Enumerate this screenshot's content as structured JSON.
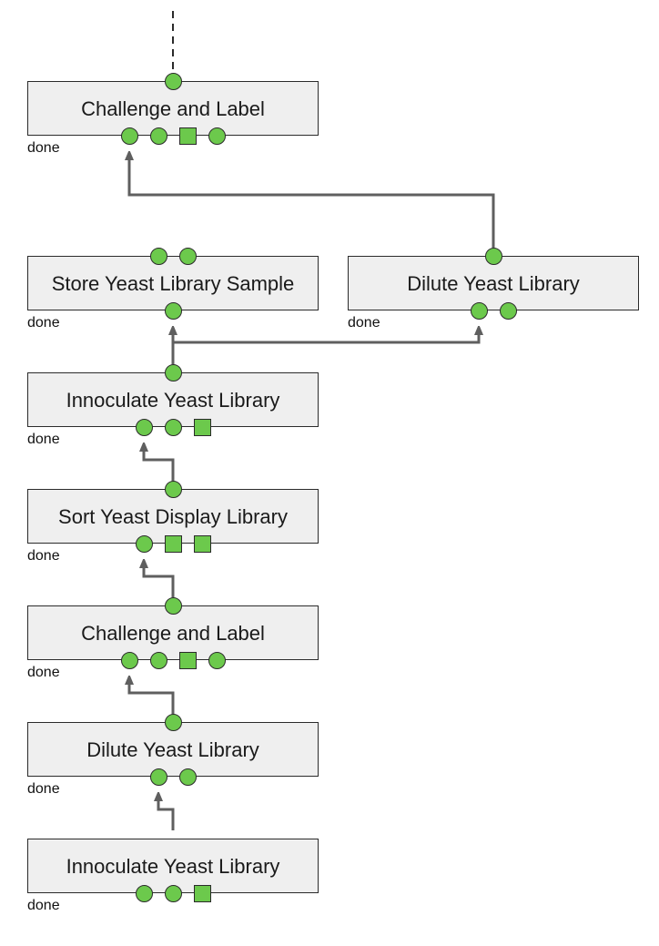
{
  "colors": {
    "port_fill": "#6cc94c",
    "port_stroke": "#2b2b2b",
    "node_fill": "#efefef",
    "wire": "#5f5f5f"
  },
  "nodes": [
    {
      "id": "n1",
      "title": "Challenge and Label",
      "status": "done",
      "inputs": [
        "circle"
      ],
      "outputs": [
        "circle",
        "circle",
        "square",
        "circle"
      ]
    },
    {
      "id": "n2",
      "title": "Store Yeast Library Sample",
      "status": "done",
      "inputs": [
        "circle",
        "circle"
      ],
      "outputs": [
        "circle"
      ]
    },
    {
      "id": "n3",
      "title": "Dilute Yeast Library",
      "status": "done",
      "inputs": [
        "circle"
      ],
      "outputs": [
        "circle",
        "circle"
      ]
    },
    {
      "id": "n4",
      "title": "Innoculate Yeast Library",
      "status": "done",
      "inputs": [
        "circle"
      ],
      "outputs": [
        "circle",
        "circle",
        "square"
      ]
    },
    {
      "id": "n5",
      "title": "Sort Yeast Display Library",
      "status": "done",
      "inputs": [
        "circle"
      ],
      "outputs": [
        "circle",
        "square",
        "square"
      ]
    },
    {
      "id": "n6",
      "title": "Challenge and Label",
      "status": "done",
      "inputs": [
        "circle"
      ],
      "outputs": [
        "circle",
        "circle",
        "square",
        "circle"
      ]
    },
    {
      "id": "n7",
      "title": "Dilute Yeast Library",
      "status": "done",
      "inputs": [
        "circle"
      ],
      "outputs": [
        "circle",
        "circle"
      ]
    },
    {
      "id": "n8",
      "title": "Innoculate Yeast Library",
      "status": "done",
      "inputs": [],
      "outputs": [
        "circle",
        "circle",
        "square"
      ]
    }
  ]
}
